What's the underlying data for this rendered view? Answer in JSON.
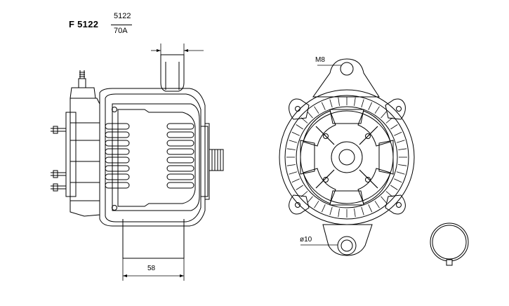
{
  "header": {
    "part_number": "F 5122",
    "spec_number": "5122",
    "spec_rating": "70A"
  },
  "dimensions": {
    "width_58": "58",
    "thread_m8": "M8",
    "hole_d10": "ø10"
  },
  "colors": {
    "line": "#000000",
    "background": "#ffffff"
  }
}
